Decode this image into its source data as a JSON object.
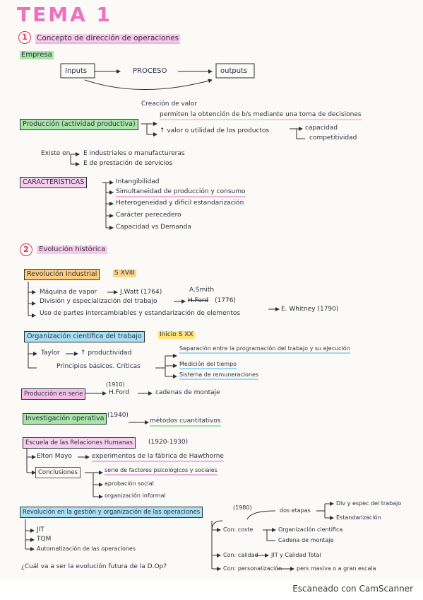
{
  "title": "TEMA 1",
  "s1": {
    "num": "1",
    "heading": "Concepto de dirección de operaciones",
    "empresa": "Empresa",
    "inputs": "Inputs",
    "proceso": "PROCESO",
    "outputs": "outputs",
    "creacion": "Creación de valor",
    "produccion": "Producción (actividad productiva)",
    "permiten": "permiten la obtención de b/s mediante una toma de decisiones",
    "valor": "↑ valor o utilidad de los productos",
    "capacidad": "capacidad",
    "competitividad": "competitividad",
    "existe_en": "Existe en",
    "existe_1": "E industriales o manufactureras",
    "existe_2": "E de prestación de servicios",
    "caracteristicas": "CARACTERÍSTICAS",
    "car_items": [
      "Intangibilidad",
      "Simultaneidad de producción y consumo",
      "Heterogeneidad y dificil estandarización",
      "Carácter perecedero",
      "Capacidad vs Demanda"
    ]
  },
  "s2": {
    "num": "2",
    "heading": "Evolución histórica",
    "revolucion": "Revolución Industrial",
    "siglo_xviii": "S XVIII",
    "rev_items": [
      "Máquina de vapor",
      "División y especialización del trabajo",
      "Uso de partes intercambiables y estandarización de elementos"
    ],
    "jwatt": "J.Watt (1764)",
    "asmith": "A.Smith",
    "hford_strike": "H.Ford",
    "y1776": "(1776)",
    "ewhitney": "E. Whitney (1790)",
    "org_cientifica": "Organización científica del trabajo",
    "inicio_sxx": "Inicio S XX",
    "taylor": "Taylor",
    "productividad": "↑ productividad",
    "principios": "Principios básicos. Críticas",
    "crit_items": [
      "Separación entre la programación del trabajo y su ejecución",
      "Medición del tiempo",
      "Sistema de remuneraciones"
    ],
    "y1910": "(1910)",
    "produccion_serie": "Producción en serie",
    "hford": "H.Ford",
    "cadenas": "cadenas de montaje",
    "investigacion": "Investigación operativa",
    "y1940": "(1940)",
    "metodos": "métodos cuantitativos",
    "escuela": "Escuela de las Relaciones Humanas",
    "y1920": "(1920-1930)",
    "elton": "Elton Mayo",
    "experimentos": "experimentos de la fábrica de Hawthorne",
    "conclusiones": "Conclusiones",
    "concl_items": [
      "serie de factores psicológicos y sociales",
      "aprobación social",
      "organización informal"
    ],
    "revolucion_gestion": "Revolución en la gestión y organización de las operaciones",
    "y1980": "(1980)",
    "gest_items": [
      "JIT",
      "TQM",
      "Automatización de las operaciones"
    ],
    "dos_etapas": "dos etapas",
    "div_esp": "Div y espec del trabajo",
    "estandarizacion": "Estandarización",
    "con_coste": "Con: coste",
    "org_cientifica2": "Organización científica",
    "cadena_montaje": "Cadena de montaje",
    "con_calidad": "Con: calidad",
    "jit_calidad": "JIT y Calidad Total",
    "con_personalizacion": "Con: personalización",
    "pers_masiva": "pers masiva o a gran escala",
    "pregunta": "¿Cuál va a ser la evolución futura de la D.Op?"
  },
  "footer": "Escaneado con CamScanner"
}
